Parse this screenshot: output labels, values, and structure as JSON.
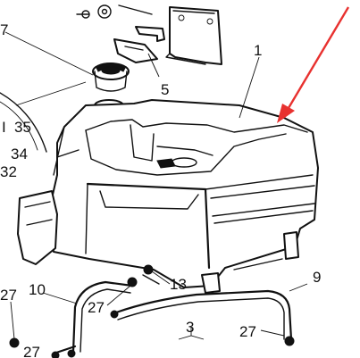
{
  "callouts": {
    "part_1": "1",
    "part_3": "3",
    "part_5": "5",
    "part_7": "7",
    "part_9": "9",
    "part_10": "10",
    "part_13": "13",
    "part_27_left": "27",
    "part_27_center": "27",
    "part_27_right": "27",
    "part_27_bottom": "27",
    "part_32": "32",
    "part_34": "34",
    "part_35": "35",
    "part_I": "I"
  },
  "colors": {
    "ink": "#111111",
    "arrow": "#e8312f",
    "background": "#ffffff"
  }
}
